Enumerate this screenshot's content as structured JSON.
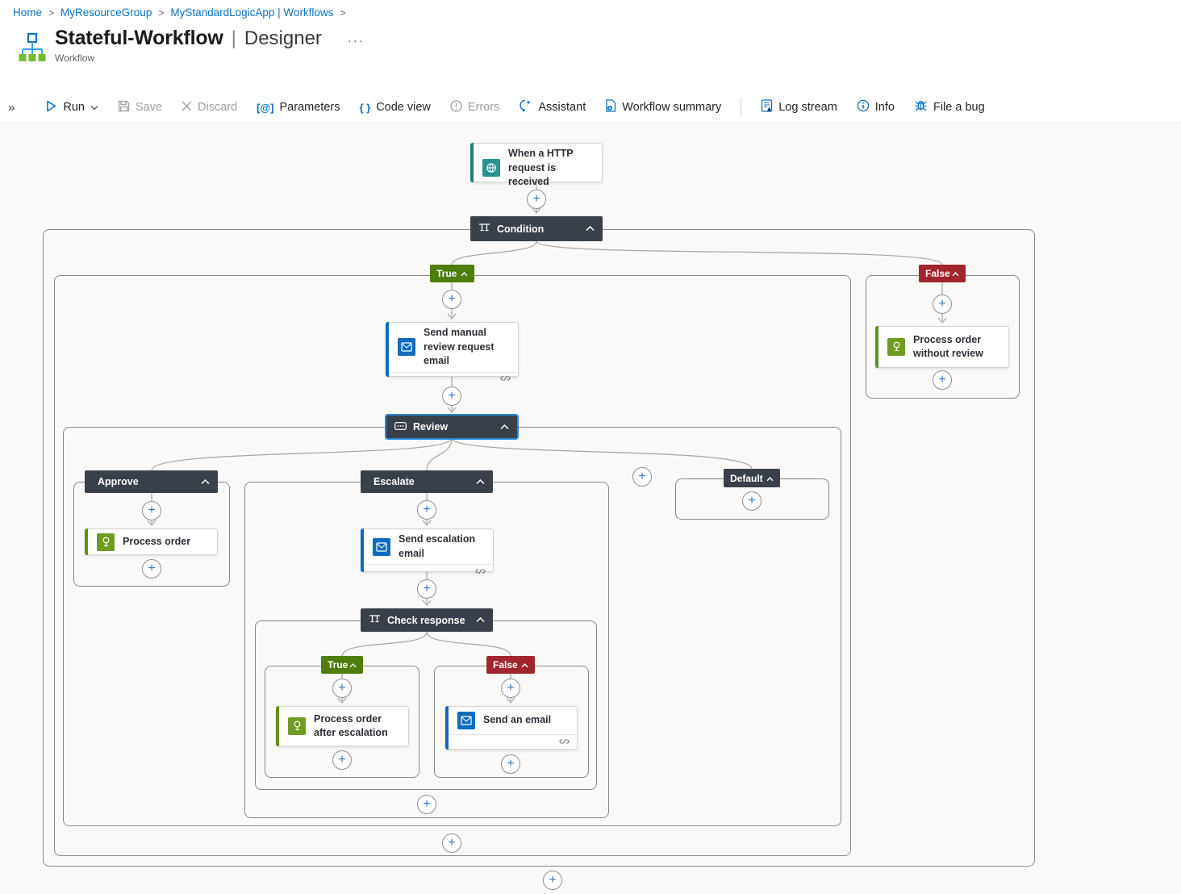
{
  "breadcrumb": {
    "items": [
      "Home",
      "MyResourceGroup",
      "MyStandardLogicApp | Workflows"
    ],
    "separator": ">"
  },
  "header": {
    "title": "Stateful-Workflow",
    "divider": "|",
    "view": "Designer",
    "more": "···",
    "subtitle": "Workflow"
  },
  "toolbar": {
    "collapse_glyph": "»",
    "parameters_glyph": "[@]",
    "codeview_glyph": "{ }",
    "items": [
      {
        "label": "Run"
      },
      {
        "label": "Save"
      },
      {
        "label": "Discard"
      },
      {
        "label": "Parameters"
      },
      {
        "label": "Code view"
      },
      {
        "label": "Errors"
      },
      {
        "label": "Assistant"
      },
      {
        "label": "Workflow summary"
      },
      {
        "label": "Log stream"
      },
      {
        "label": "Info"
      },
      {
        "label": "File a bug"
      }
    ]
  },
  "icons": {
    "plus": "+"
  },
  "workflow": {
    "trigger": "When a HTTP request is received",
    "condition": "Condition",
    "branch_true": "True",
    "branch_false": "False",
    "send_manual_review": "Send manual review request email",
    "review": "Review",
    "case_approve": "Approve",
    "process_order": "Process order",
    "case_escalate": "Escalate",
    "send_escalation": "Send escalation email",
    "check_response": "Check response",
    "cr_true": "True",
    "process_after_escalation": "Process order after escalation",
    "cr_false": "False",
    "send_an_email": "Send an email",
    "case_default": "Default",
    "process_without_review": "Process order without review"
  },
  "colors": {
    "accent_blue": "#0f6cbd",
    "true_green": "#4f7d0e",
    "false_red": "#a1252e",
    "scope_dark": "#3a404a",
    "trigger_teal": "#2b9090",
    "op_green": "#6f9c23"
  }
}
